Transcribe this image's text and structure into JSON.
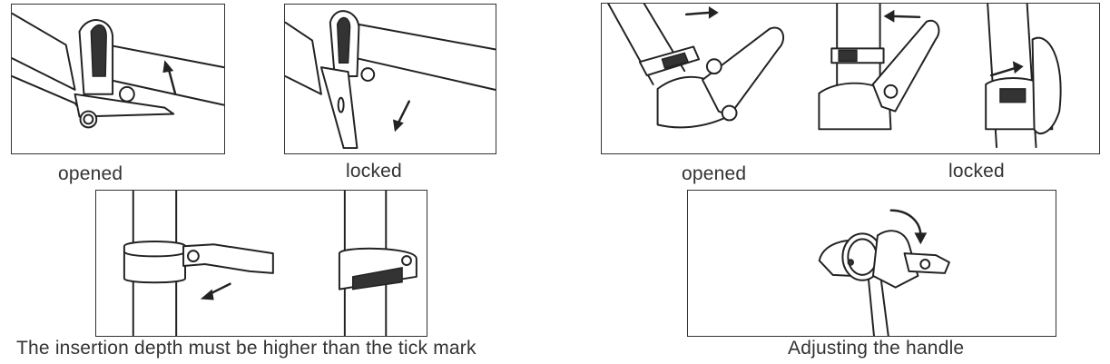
{
  "captions": {
    "seatpost_opened": "opened",
    "seatpost_locked": "locked",
    "stem_opened": "opened",
    "stem_locked": "locked",
    "insertion_depth": "The insertion depth must be higher than the tick mark",
    "adjusting_handle": "Adjusting the handle"
  }
}
